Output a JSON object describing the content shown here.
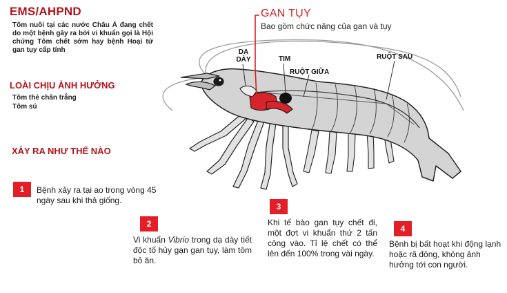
{
  "header": {
    "title": "EMS/AHPND",
    "intro": "Tôm nuôi tại các nước Châu Á đang chết do một bệnh gây ra bởi vi khuẩn gọi là Hội chứng Tôm chết sớm hay bệnh Hoại tử gan tụy cấp tính"
  },
  "species": {
    "heading": "LOÀI CHỊU ẢNH HƯỞNG",
    "items": [
      "Tôm thẻ chân trắng",
      "Tôm sú"
    ]
  },
  "how": {
    "heading": "XẢY RA NHƯ THẾ NÀO"
  },
  "anatomy": {
    "gan_tuy_label": "GAN TỤY",
    "gan_tuy_desc": "Bao gồm chức năng của gan và tụy",
    "da_day_line1": "DẠ",
    "da_day_line2": "DÀY",
    "tim": "TIM",
    "ruot_giua": "RUỘT GIỮA",
    "ruot_sau": "RUỘT SAU"
  },
  "steps": [
    {
      "num": "1",
      "text": "Bệnh xảy ra tại ao trong vòng 45 ngày sau khi thả giống."
    },
    {
      "num": "2",
      "text_before": "Vi khuẩn ",
      "text_italic": "Vibrio",
      "text_after": " trong dạ dày tiết độc tố hủy gạn gan tụy, làm tôm bỏ ăn."
    },
    {
      "num": "3",
      "text": "Khi tế bào gan tụy chết đi, một đợt vi khuẩn thứ 2 tấn công vào. Tỉ lệ chết có thể lên đến 100% trong vài ngày."
    },
    {
      "num": "4",
      "text": "Bệnh bị bất hoạt khi động lạnh hoặc rã đông, không ảnh hưởng tới con người."
    }
  ],
  "colors": {
    "accent_red": "#e41e26",
    "heading_red": "#b5121b",
    "shrimp_fill": "#d4d4d4",
    "organ_red": "#d8232a"
  }
}
